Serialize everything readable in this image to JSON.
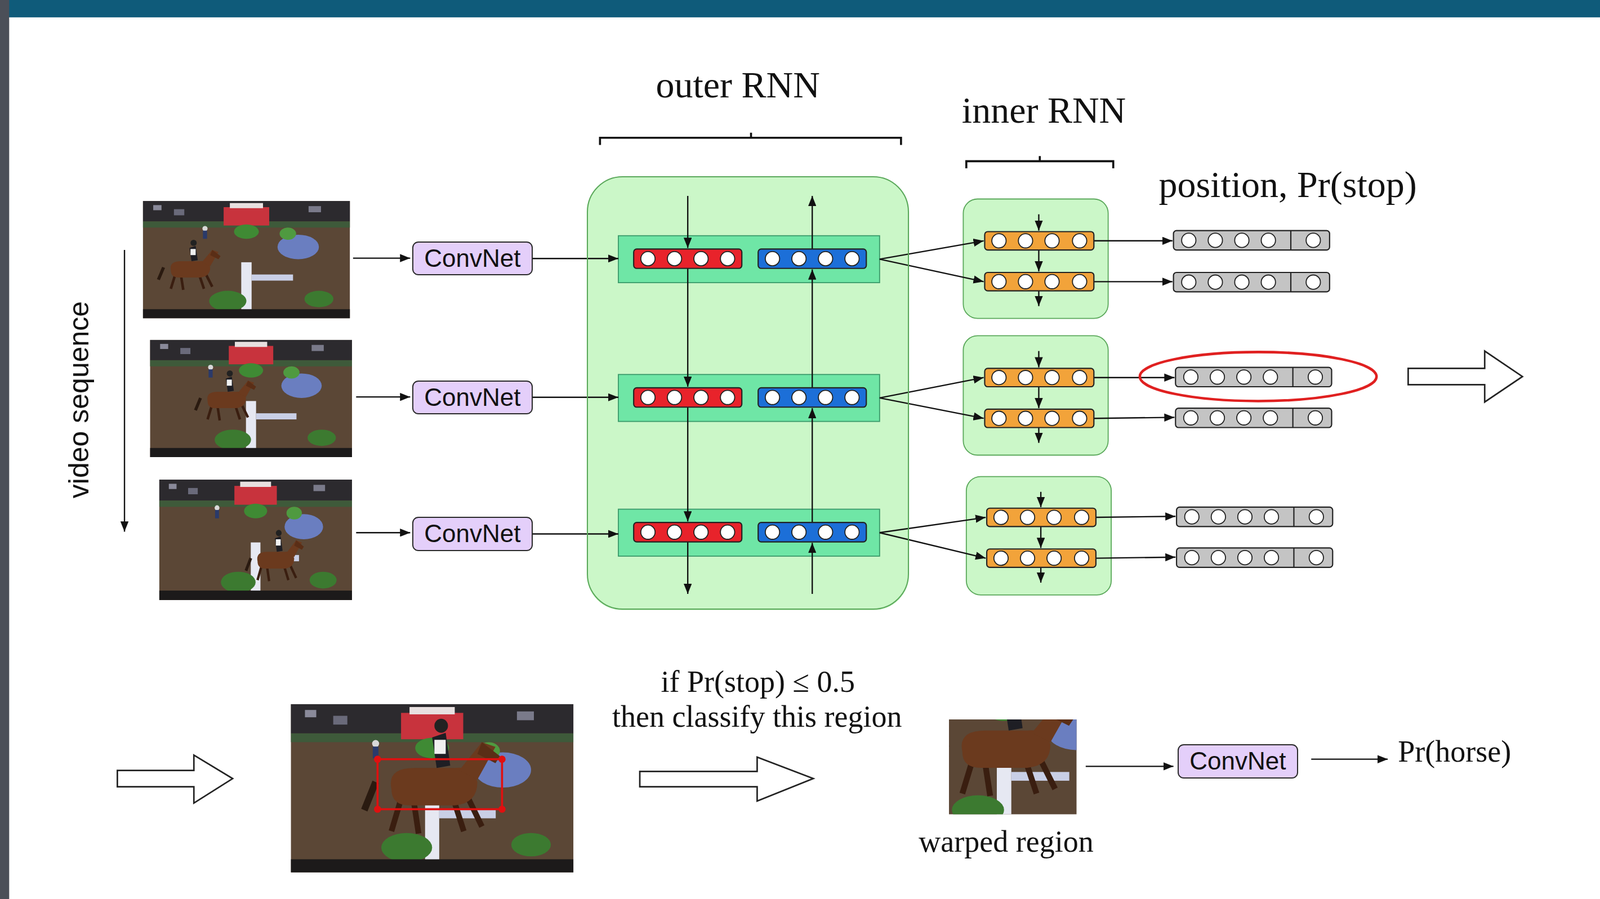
{
  "diagram": {
    "nodes": [
      {
        "text": [
          "outer RNN"
        ]
      },
      {
        "text": [
          "ConvNet"
        ]
      },
      {
        "text": [
          "ConvNet"
        ]
      },
      {
        "text": [
          "ConvNet"
        ]
      },
      {
        "text": [
          "ConvNet"
        ]
      }
    ],
    "edges": [
      {
        "from": 1,
        "to": 0,
        "arrow": "to"
      },
      {
        "from": 2,
        "to": 0,
        "arrow": "to"
      },
      {
        "from": 3,
        "to": 0,
        "arrow": "to"
      }
    ],
    "labels": [
      "inner RNN",
      "position, Pr(stop)",
      "video sequence",
      "if Pr(stop) ≤ 0.5 then classify this region",
      "warped region",
      "Pr(horse)"
    ]
  }
}
